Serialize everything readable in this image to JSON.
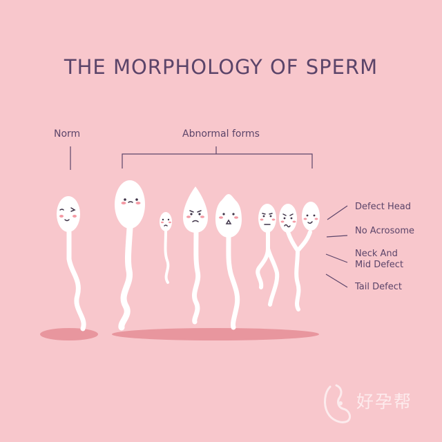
{
  "title": "THE MORPHOLOGY OF SPERM",
  "labels": {
    "norm": "Norm",
    "abnormal": "Abnormal forms",
    "defect_head": "Defect Head",
    "no_acrosome": "No Acrosome",
    "neck_mid": "Neck And\nMid Defect",
    "tail_defect": "Tail Defect"
  },
  "watermark": {
    "brand_text": "好孕帮",
    "icon": "pregnancy-logo-icon"
  },
  "colors": {
    "background": "#f8c7cc",
    "text": "#5b4469",
    "sperm": "#ffffff",
    "shadow": "#e8969e",
    "blush": "#f39aa4"
  }
}
